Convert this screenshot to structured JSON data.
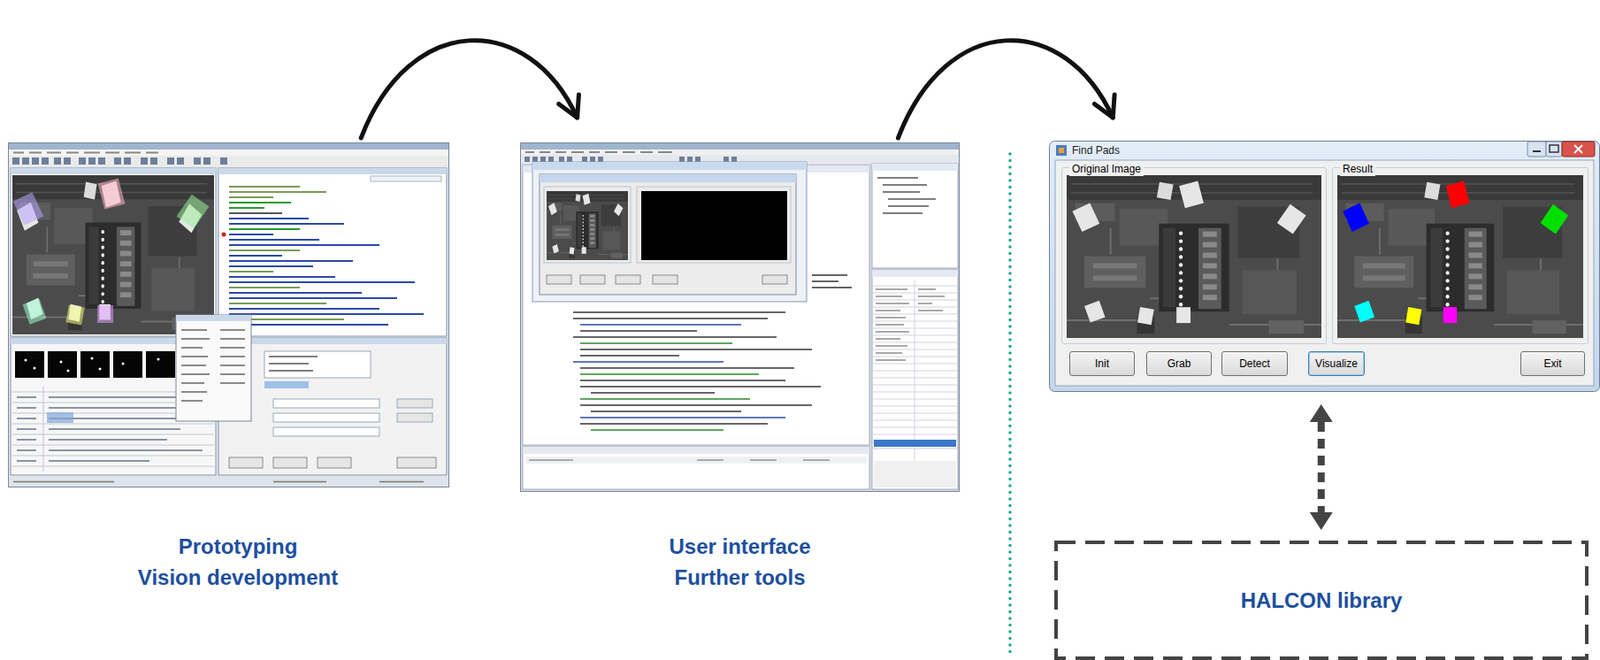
{
  "diagram": {
    "nodes": [
      {
        "text": [
          "Prototyping",
          "Vision development"
        ]
      },
      {
        "text": [
          "User interface",
          "Further tools"
        ]
      },
      {
        "text": [
          "Find Pads"
        ]
      },
      {
        "text": [
          "Original Image"
        ],
        "in": 2
      },
      {
        "text": [
          "Result"
        ],
        "in": 2
      },
      {
        "text": [
          "Init"
        ],
        "in": 2
      },
      {
        "text": [
          "Grab"
        ],
        "in": 2
      },
      {
        "text": [
          "Detect"
        ],
        "in": 2
      },
      {
        "text": [
          "Visualize"
        ],
        "in": 2
      },
      {
        "text": [
          "Exit"
        ],
        "in": 2
      },
      {
        "text": [
          "HALCON library"
        ]
      }
    ],
    "edges": [
      {
        "from": 0,
        "to": 1,
        "arrow": "to"
      },
      {
        "from": 1,
        "to": 2,
        "arrow": "to"
      },
      {
        "from": 2,
        "to": 10,
        "arrow": "both"
      }
    ]
  }
}
